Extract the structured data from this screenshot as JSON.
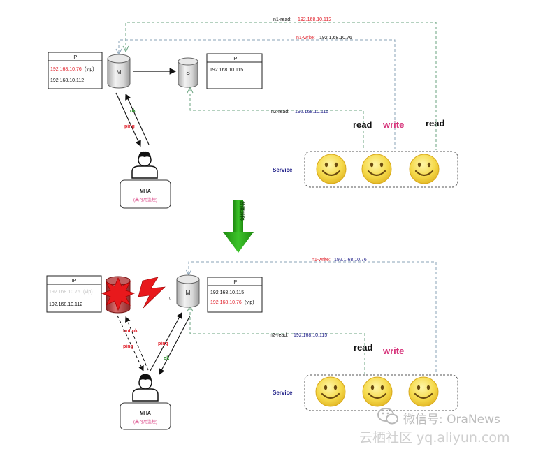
{
  "top": {
    "n1_read_label": "n1-read:",
    "n1_read_ip": "192.168.10.112",
    "n1_write_label": "n1-write:",
    "n1_write_ip": "192.1.68.10.76",
    "n2_read_label": "n2-read:",
    "n2_read_ip": "192.168.10.115",
    "master_table": {
      "header": "IP",
      "row1_ip": "192.168.10.76",
      "row1_tag": "(vip)",
      "row2_ip": "192.168.10.112"
    },
    "slave_table": {
      "header": "IP",
      "row1_ip": "192.168.10.115"
    },
    "master_label": "M",
    "slave_label": "S",
    "ok_label": "ok",
    "ping_label": "ping",
    "mha_title": "MHA",
    "mha_subtitle": "(高可用监控)",
    "service_label": "Service",
    "svc_read1": "read",
    "svc_write": "write",
    "svc_read2": "read"
  },
  "transition": {
    "label": "故障转移",
    "arrow_color": "#2e9e1a"
  },
  "bottom": {
    "n1_write_label": "n1-write:",
    "n1_write_ip": "192.1.68.10.76",
    "n2_read_label": "n2-read:",
    "n2_read_ip": "192.168.10.115",
    "old_table": {
      "header": "IP",
      "row1_ip": "192.168.10.76",
      "row1_tag": "(vip)",
      "row2_ip": "192.168.10.112"
    },
    "new_table": {
      "header": "IP",
      "row1_ip": "192.168.10.115",
      "row2_ip": "192.168.10.76",
      "row2_tag": "(vip)"
    },
    "master_label": "M",
    "small_mark": "\\",
    "not_ok_label": "not ok",
    "ping_left_label": "ping",
    "ping_right_label": "ping",
    "ok_label": "ok",
    "mha_title": "MHA",
    "mha_subtitle": "(高可用监控)",
    "service_label": "Service",
    "svc_read": "read",
    "svc_write": "write"
  },
  "watermark": {
    "wechat_text": "微信号: OraNews",
    "site_text": "云栖社区 yq.aliyun.com"
  },
  "colors": {
    "vip_red": "#e0202a",
    "write_pink": "#d6337a",
    "service_blue": "#22228a",
    "crash_red": "#e8191c",
    "line_green": "#6aa37f"
  }
}
